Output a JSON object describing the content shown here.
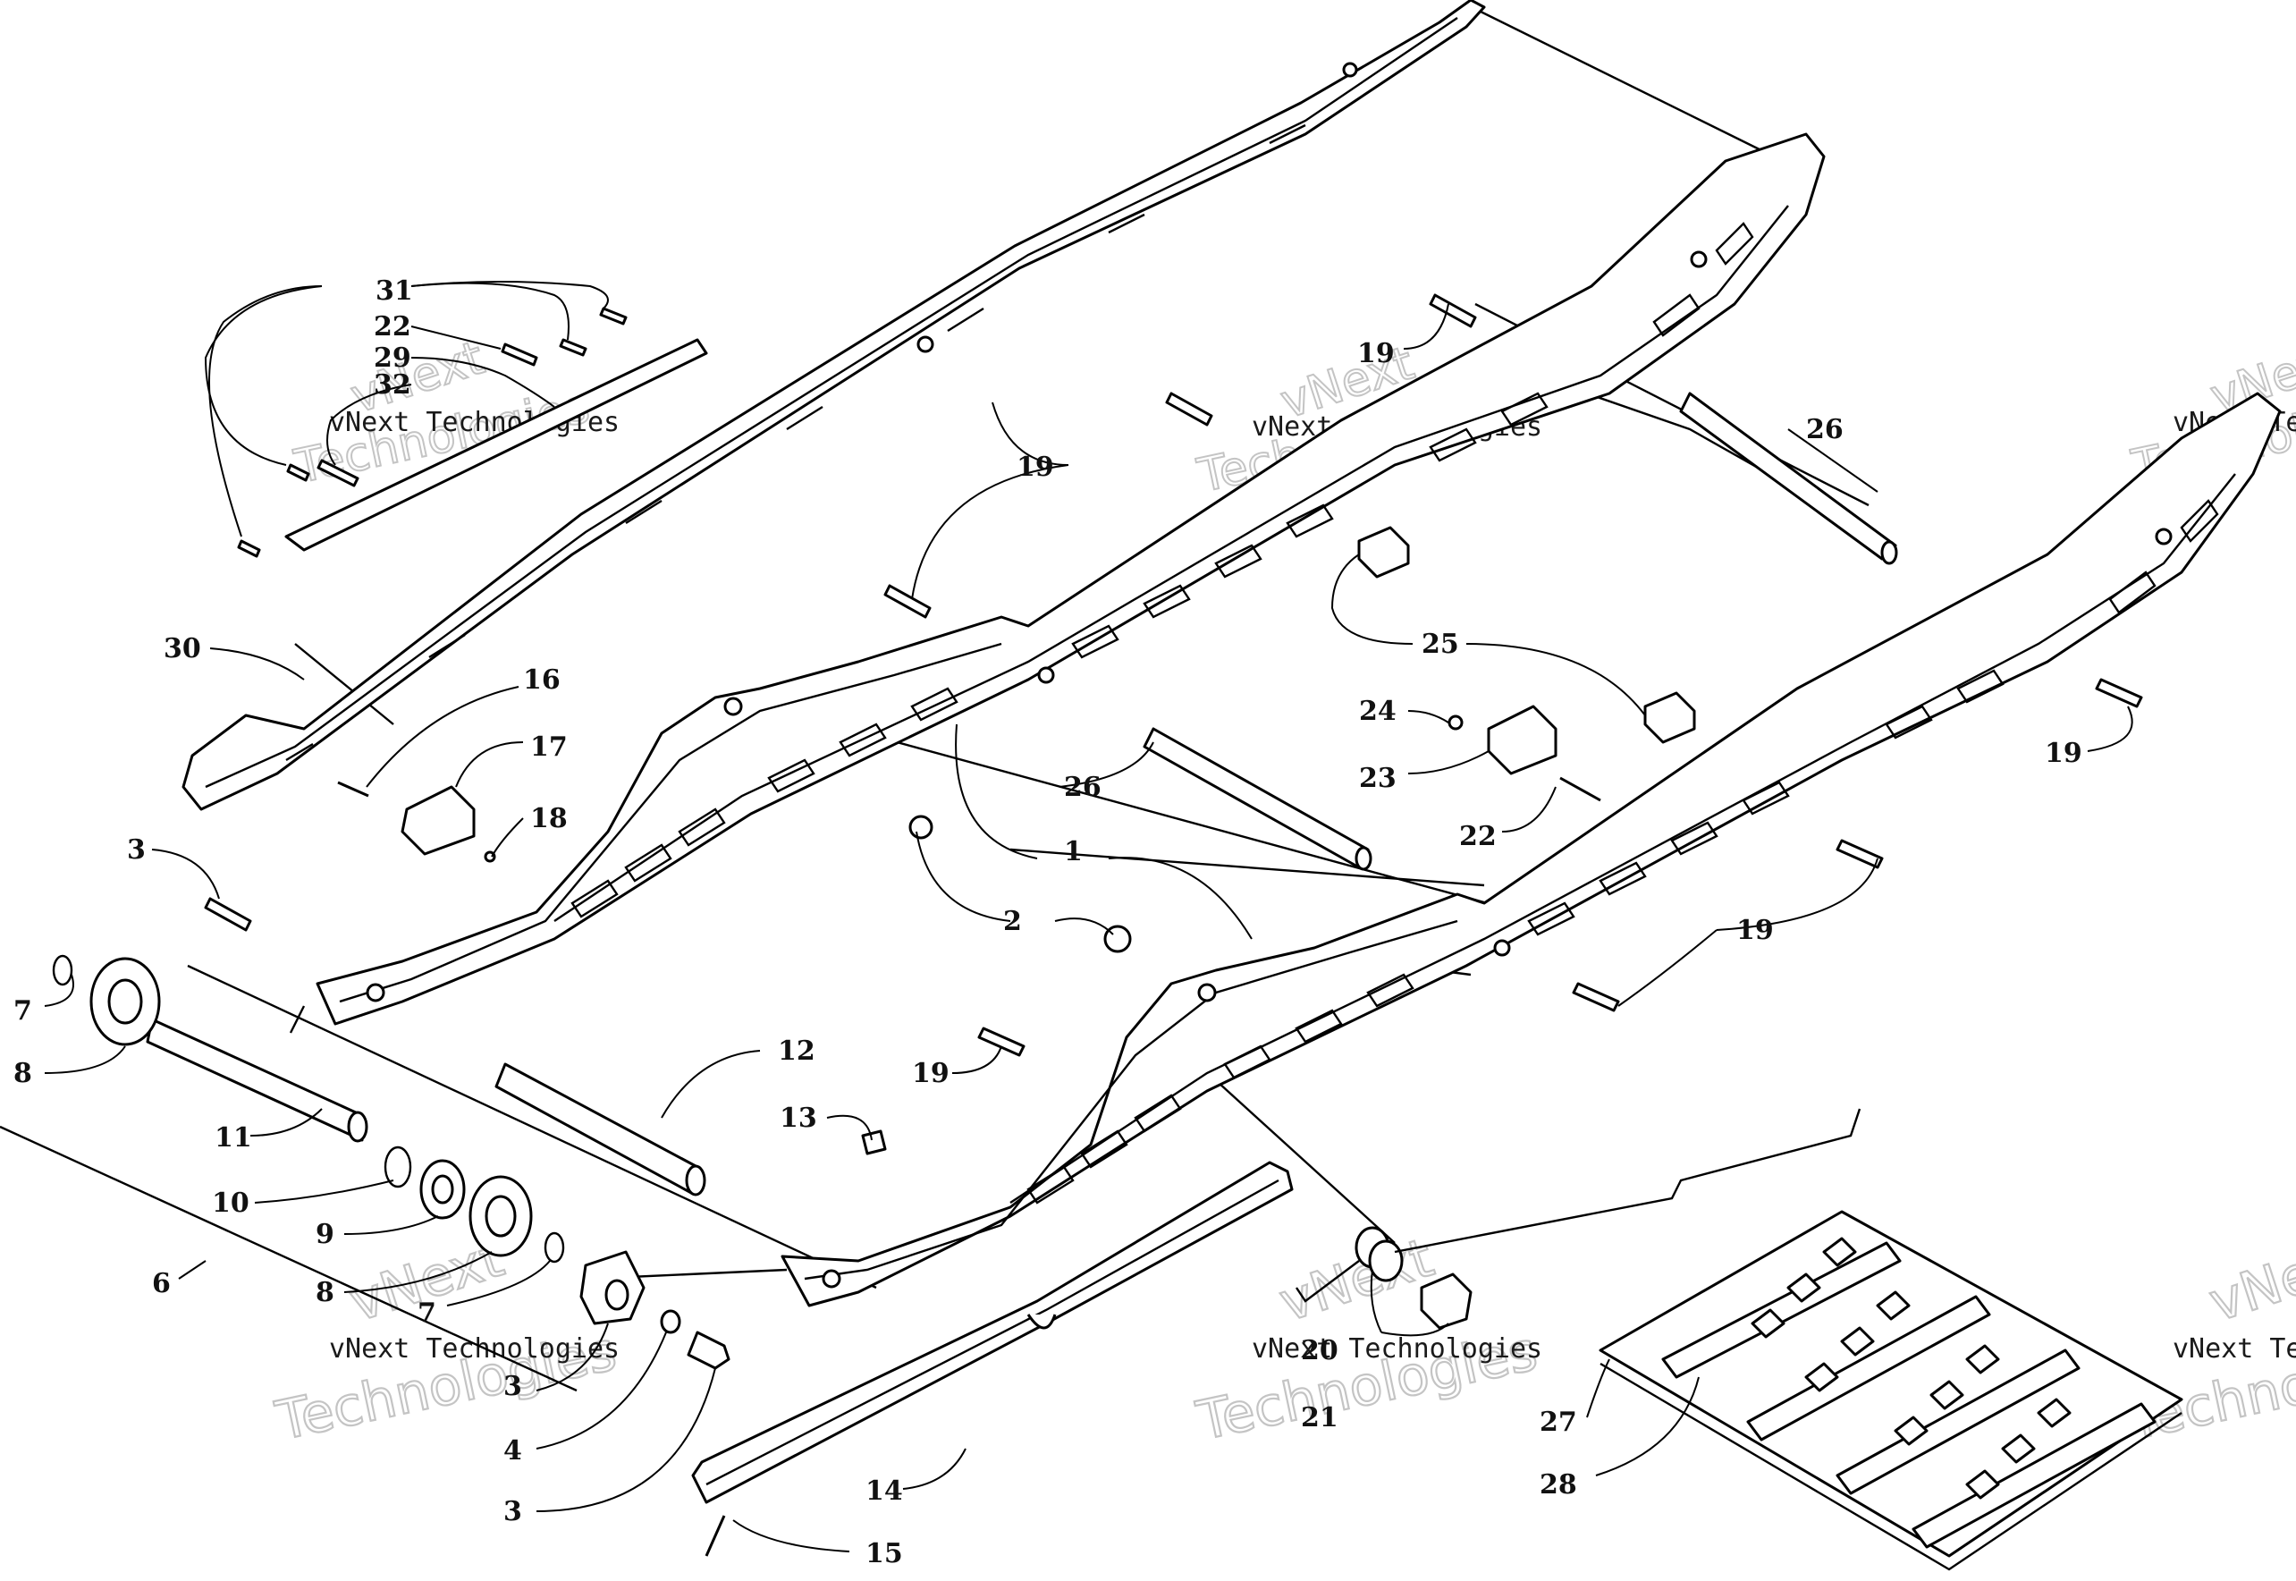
{
  "diagram": {
    "callouts": [
      {
        "id": "c1",
        "label": "1"
      },
      {
        "id": "c2",
        "label": "2"
      },
      {
        "id": "c3a",
        "label": "3"
      },
      {
        "id": "c3b",
        "label": "3"
      },
      {
        "id": "c3c",
        "label": "3"
      },
      {
        "id": "c4",
        "label": "4"
      },
      {
        "id": "c6",
        "label": "6"
      },
      {
        "id": "c7a",
        "label": "7"
      },
      {
        "id": "c7b",
        "label": "7"
      },
      {
        "id": "c8a",
        "label": "8"
      },
      {
        "id": "c8b",
        "label": "8"
      },
      {
        "id": "c9",
        "label": "9"
      },
      {
        "id": "c10",
        "label": "10"
      },
      {
        "id": "c11",
        "label": "11"
      },
      {
        "id": "c12",
        "label": "12"
      },
      {
        "id": "c13",
        "label": "13"
      },
      {
        "id": "c14",
        "label": "14"
      },
      {
        "id": "c15",
        "label": "15"
      },
      {
        "id": "c16",
        "label": "16"
      },
      {
        "id": "c17",
        "label": "17"
      },
      {
        "id": "c18",
        "label": "18"
      },
      {
        "id": "c19a",
        "label": "19"
      },
      {
        "id": "c19b",
        "label": "19"
      },
      {
        "id": "c19c",
        "label": "19"
      },
      {
        "id": "c19d",
        "label": "19"
      },
      {
        "id": "c19e",
        "label": "19"
      },
      {
        "id": "c20",
        "label": "20"
      },
      {
        "id": "c21",
        "label": "21"
      },
      {
        "id": "c22a",
        "label": "22"
      },
      {
        "id": "c22b",
        "label": "22"
      },
      {
        "id": "c23",
        "label": "23"
      },
      {
        "id": "c24",
        "label": "24"
      },
      {
        "id": "c25",
        "label": "25"
      },
      {
        "id": "c26a",
        "label": "26"
      },
      {
        "id": "c26b",
        "label": "26"
      },
      {
        "id": "c27",
        "label": "27"
      },
      {
        "id": "c28",
        "label": "28"
      },
      {
        "id": "c29",
        "label": "29"
      },
      {
        "id": "c30",
        "label": "30"
      },
      {
        "id": "c31",
        "label": "31"
      },
      {
        "id": "c32",
        "label": "32"
      }
    ],
    "watermark": {
      "line1": "vNext Technologies",
      "line2": "vNext",
      "line3": "Technologies",
      "partial": "vNext Tec"
    }
  }
}
